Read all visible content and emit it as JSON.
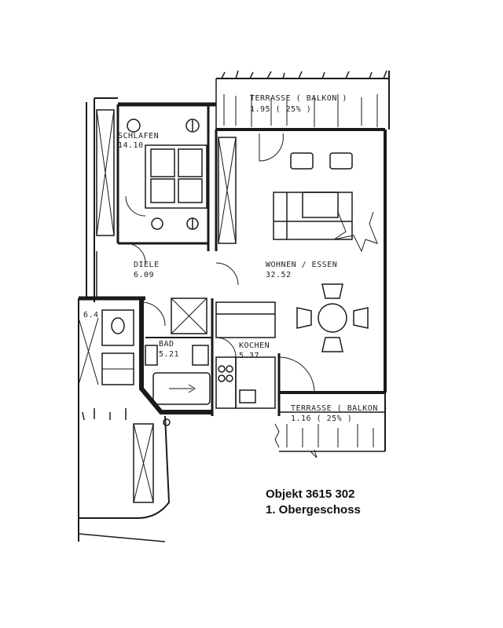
{
  "rooms": {
    "schlafen": {
      "name": "SCHLAFEN",
      "area": "14.10"
    },
    "diele": {
      "name": "DIELE",
      "area": "6.09"
    },
    "wohnen": {
      "name": "WOHNEN / ESSEN",
      "area": "32.52"
    },
    "bad": {
      "name": "BAD",
      "area": "5.21"
    },
    "kochen": {
      "name": "KOCHEN",
      "area": "5.37"
    },
    "terrasse_oben": {
      "name": "TERRASSE ( BALKON )",
      "area": "1.95 ( 25% )"
    },
    "terrasse_unten": {
      "name": "TERRASSE ( BALKON )",
      "area": "1.16 ( 25% )"
    },
    "side_fragment": "6.4"
  },
  "caption": {
    "objekt": "Objekt 3615 302",
    "geschoss": "1. Obergeschoss"
  }
}
